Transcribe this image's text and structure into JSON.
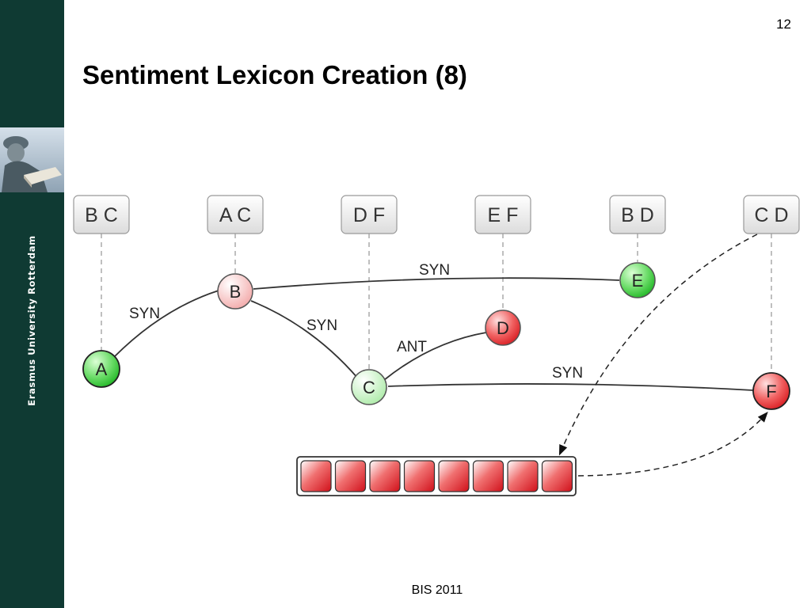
{
  "sidebar": {
    "brand": "Erasmus University Rotterdam",
    "colors": {
      "background": "#0f3a33"
    }
  },
  "slide": {
    "number": "12",
    "title": "Sentiment Lexicon Creation (8)",
    "footer": "BIS 2011"
  },
  "diagram": {
    "boxes": [
      {
        "id": "bc",
        "label": "B C"
      },
      {
        "id": "ac",
        "label": "A C"
      },
      {
        "id": "df",
        "label": "D F"
      },
      {
        "id": "ef",
        "label": "E F"
      },
      {
        "id": "bd",
        "label": "B D"
      },
      {
        "id": "cd",
        "label": "C D"
      }
    ],
    "nodes": [
      {
        "id": "A",
        "label": "A",
        "color": "green"
      },
      {
        "id": "B",
        "label": "B",
        "color": "light-red"
      },
      {
        "id": "C",
        "label": "C",
        "color": "light-green"
      },
      {
        "id": "D",
        "label": "D",
        "color": "red"
      },
      {
        "id": "E",
        "label": "E",
        "color": "green"
      },
      {
        "id": "F",
        "label": "F",
        "color": "red"
      }
    ],
    "edges": [
      {
        "from": "A",
        "to": "B",
        "label": "SYN"
      },
      {
        "from": "B",
        "to": "C",
        "label": "SYN"
      },
      {
        "from": "B",
        "to": "E",
        "label": "SYN"
      },
      {
        "from": "C",
        "to": "D",
        "label": "ANT"
      },
      {
        "from": "C",
        "to": "F",
        "label": "SYN"
      }
    ],
    "queue_cells": 8,
    "colors": {
      "green": "#22c42a",
      "red": "#e0161b",
      "edge": "#333333",
      "dash": "#aaaaaa"
    }
  }
}
